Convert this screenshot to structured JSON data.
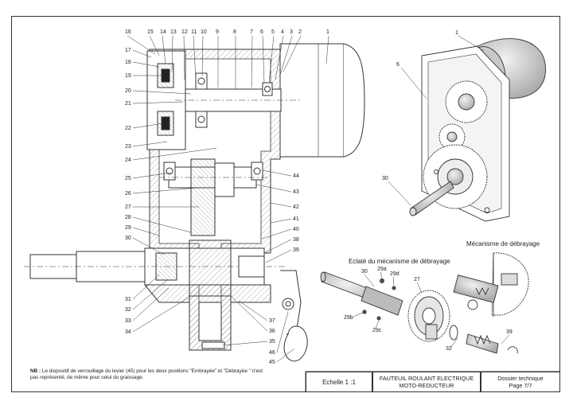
{
  "part_numbers": {
    "top": [
      "16",
      "15",
      "14",
      "13",
      "12",
      "11",
      "10",
      "9",
      "8",
      "7",
      "6",
      "5",
      "4",
      "3",
      "2",
      "1"
    ],
    "left": [
      "17",
      "18",
      "19",
      "20",
      "21",
      "22",
      "23",
      "24",
      "25",
      "26",
      "27",
      "28",
      "29",
      "30",
      "31",
      "32",
      "33",
      "34"
    ],
    "right": [
      "44",
      "43",
      "42",
      "41",
      "40",
      "38",
      "39",
      "37",
      "36",
      "35",
      "46",
      "45"
    ],
    "iso": [
      "1",
      "6",
      "30"
    ],
    "exploded": [
      "30",
      "29a",
      "29d",
      "27",
      "29b",
      "29c",
      "32",
      "39"
    ]
  },
  "labels": {
    "exploded_title": "Eclaté du mécanisme de débrayage",
    "mechanism_title": "Mécanisme de débrayage"
  },
  "note": {
    "prefix": "NB : ",
    "text": "Le dispositif de verrouillage du levier (45) pour les deux positions \"Embrayée\" et \"Débrayée \" n'est pas représenté, de même pour  celui du graissage."
  },
  "title_block": {
    "scale": "Echelle 1 :1",
    "title_line1": "FAUTEUIL ROULANT ELECTRIQUE",
    "title_line2": "MOTO-REDUCTEUR",
    "doc_line1": "Dossier technique",
    "doc_line2": "Page 7/7"
  },
  "colors": {
    "line": "#333333",
    "hatch": "#777777",
    "paper": "#ffffff",
    "shade": "#d9d9d9"
  }
}
